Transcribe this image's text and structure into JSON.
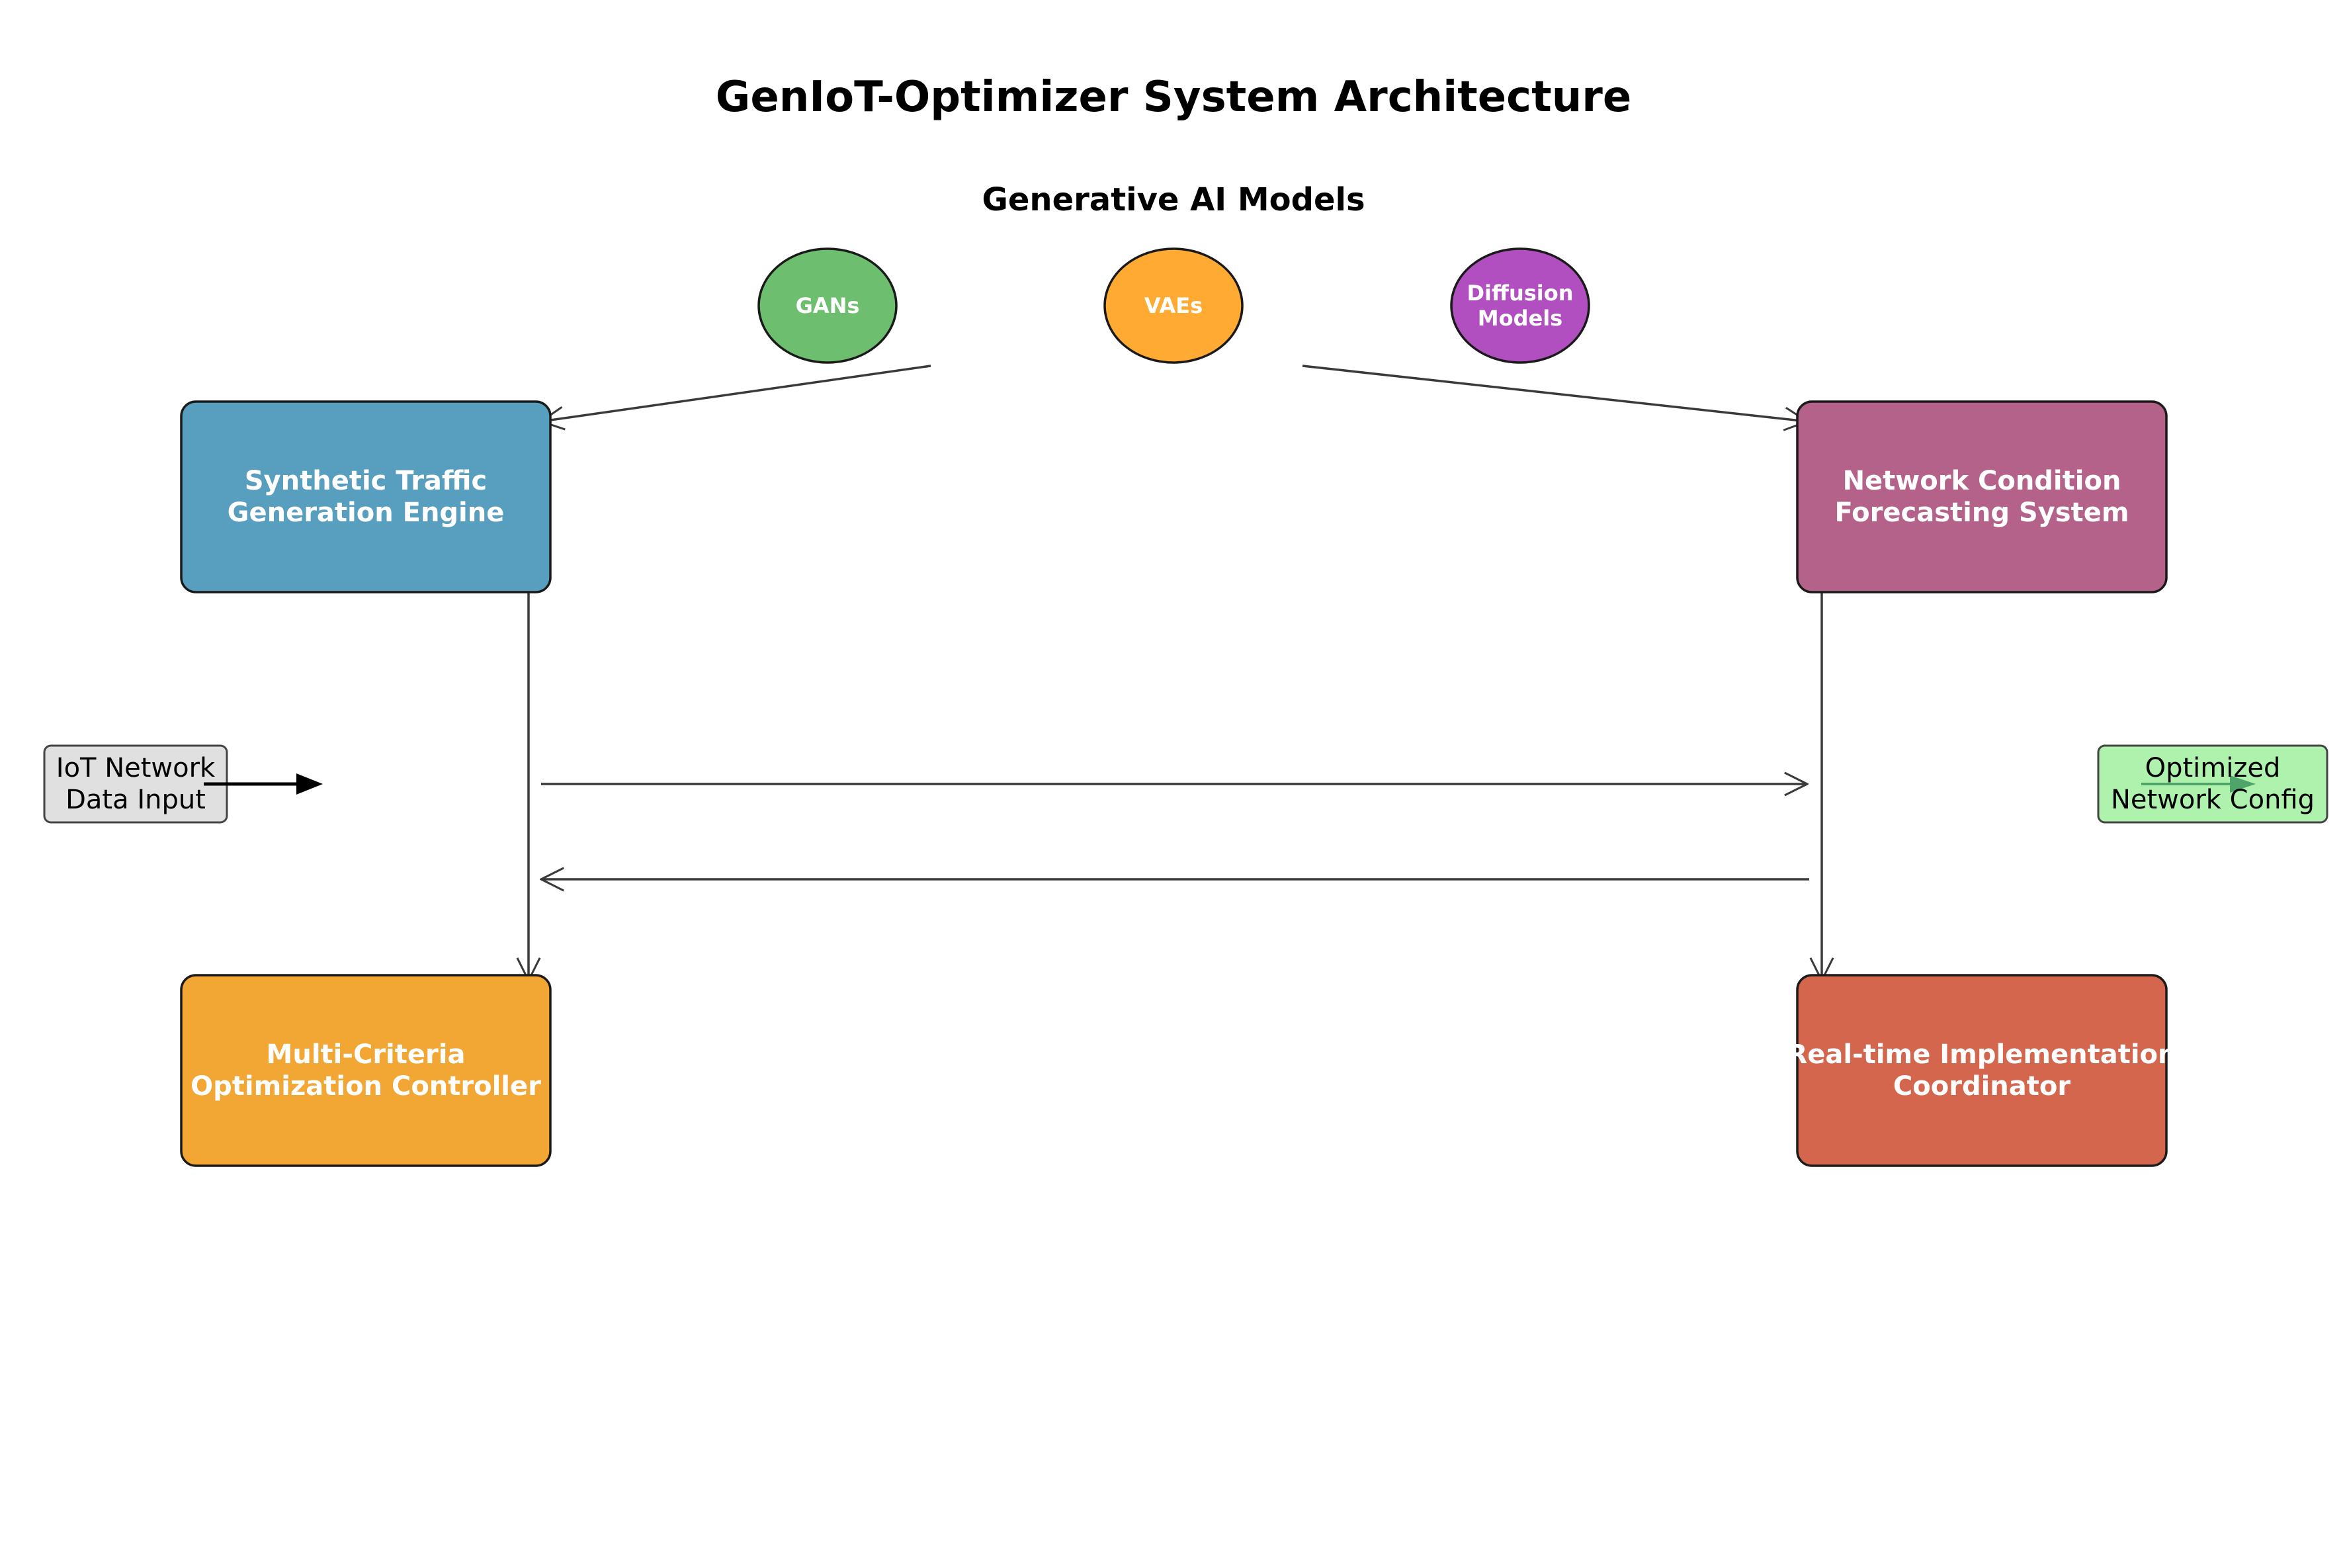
{
  "title": "GenIoT-Optimizer System Architecture",
  "models_section": {
    "heading": "Generative AI Models",
    "models": [
      {
        "id": "gans",
        "lines": [
          "GANs"
        ],
        "color": "#6DBF6F"
      },
      {
        "id": "vaes",
        "lines": [
          "VAEs"
        ],
        "color": "#FFAB33"
      },
      {
        "id": "diffusion",
        "lines": [
          "Diffusion",
          "Models"
        ],
        "color": "#B14FC0"
      }
    ]
  },
  "components": [
    {
      "id": "synthetic-traffic",
      "lines": [
        "Synthetic Traffic",
        "Generation Engine"
      ],
      "color": "#589EBE"
    },
    {
      "id": "network-forecasting",
      "lines": [
        "Network Condition",
        "Forecasting System"
      ],
      "color": "#B4628A"
    },
    {
      "id": "multi-criteria",
      "lines": [
        "Multi-Criteria",
        "Optimization Controller"
      ],
      "color": "#F2A634"
    },
    {
      "id": "realtime-coordinator",
      "lines": [
        "Real-time Implementation",
        "Coordinator"
      ],
      "color": "#D4664D"
    }
  ],
  "io": {
    "input": {
      "lines": [
        "IoT Network",
        "Data Input"
      ],
      "color": "#E0E0E0"
    },
    "output": {
      "lines": [
        "Optimized",
        "Network Config"
      ],
      "color": "#AEF2AE"
    }
  },
  "colors": {
    "outline": "#1A1A1A",
    "connector": "#3A3A3A",
    "text_dark": "#000000",
    "text_light": "#FFFFFF"
  }
}
